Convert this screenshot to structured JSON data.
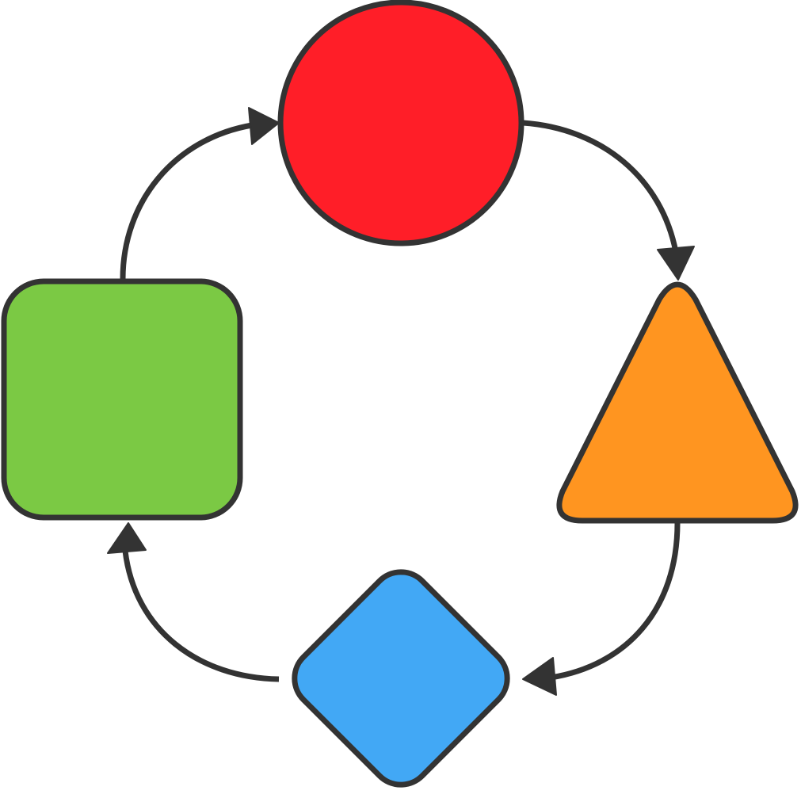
{
  "colors": {
    "background": "#ffffff",
    "stroke": "#333333",
    "circle": "#ff1e28",
    "triangle": "#ff9520",
    "diamond": "#42a8f5",
    "square": "#7bc944"
  },
  "nodes": [
    {
      "id": "circle",
      "shape": "circle",
      "color": "#ff1e28"
    },
    {
      "id": "triangle",
      "shape": "triangle",
      "color": "#ff9520"
    },
    {
      "id": "diamond",
      "shape": "diamond",
      "color": "#42a8f5"
    },
    {
      "id": "square",
      "shape": "rounded-square",
      "color": "#7bc944"
    }
  ],
  "edges": [
    {
      "from": "circle",
      "to": "triangle"
    },
    {
      "from": "triangle",
      "to": "diamond"
    },
    {
      "from": "diamond",
      "to": "square"
    },
    {
      "from": "square",
      "to": "circle"
    }
  ]
}
